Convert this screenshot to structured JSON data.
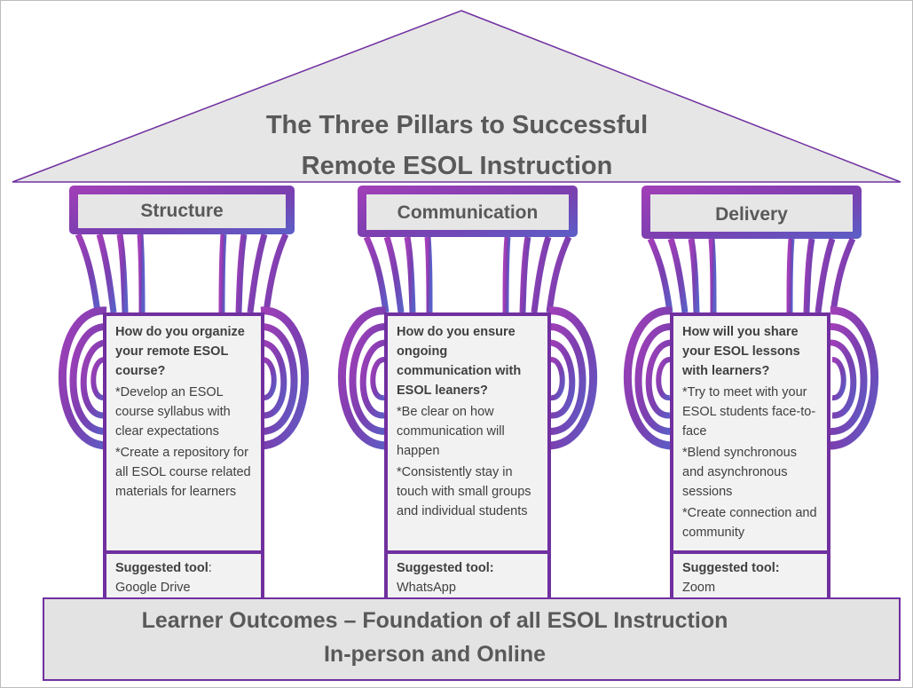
{
  "diagram": {
    "title_line1": "The Three Pillars to Successful",
    "title_line2": "Remote ESOL Instruction",
    "pillars": [
      {
        "name": "Structure",
        "question": "How do you organize your remote ESOL course?",
        "items": [
          "*Develop an ESOL course syllabus with clear expectations",
          "*Create a repository for all ESOL course related materials for learners"
        ],
        "tool_label": "Suggested tool",
        "tool_suffix": ":",
        "tool": "Google Drive"
      },
      {
        "name": "Communication",
        "question": "How do you ensure ongoing communication with ESOL leaners?",
        "items": [
          "*Be clear on how communication will happen",
          "*Consistently stay in touch with small groups and individual students"
        ],
        "tool_label": "Suggested tool:",
        "tool_suffix": "",
        "tool": "WhatsApp"
      },
      {
        "name": "Delivery",
        "question": "How will you share your ESOL lessons with learners?",
        "items": [
          "*Try to meet with your ESOL students face-to-face",
          "*Blend synchronous and asynchronous sessions",
          "*Create connection and community"
        ],
        "tool_label": "Suggested tool:",
        "tool_suffix": "",
        "tool": "Zoom"
      }
    ],
    "foundation_line1": "Learner Outcomes – Foundation of all ESOL Instruction",
    "foundation_line2": "In-person and Online",
    "colors": {
      "purple": "#7030a0",
      "violet": "#8e44ad",
      "gradient_blue": "#5b5fc7",
      "panel_gray": "#e6e6e6",
      "text_gray": "#595959"
    }
  }
}
